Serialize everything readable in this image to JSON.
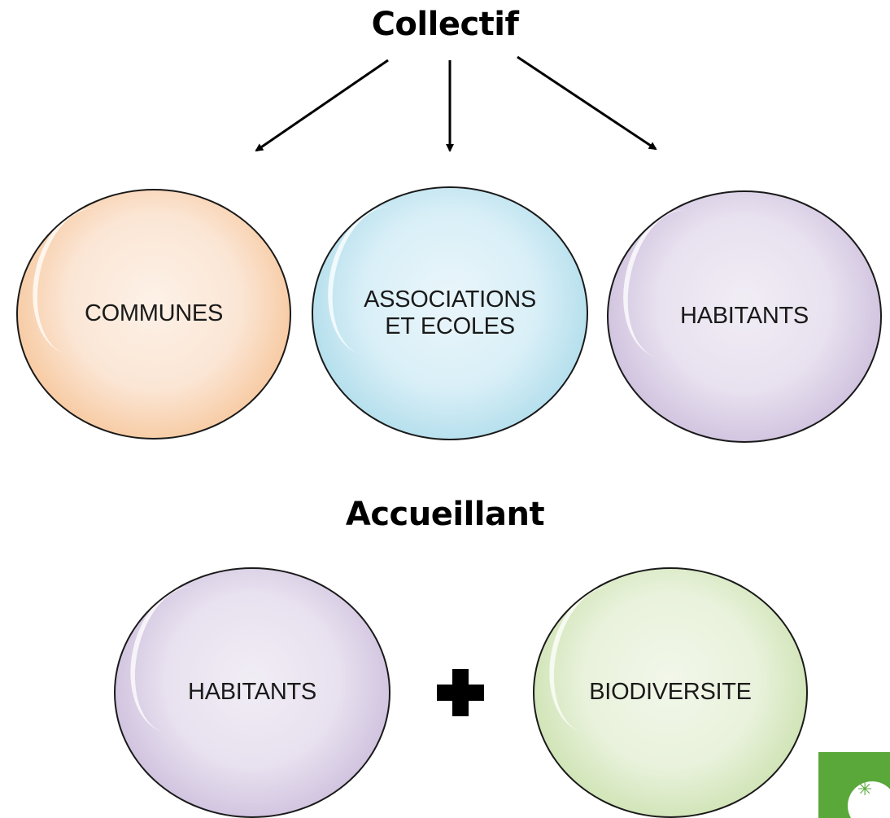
{
  "headings": {
    "collectif": "Collectif",
    "accueillant": "Accueillant"
  },
  "collectif_bubbles": [
    {
      "label": "COMMUNES",
      "color": "#f0a670"
    },
    {
      "label": "ASSOCIATIONS\nET ECOLES",
      "color": "#78c3da"
    },
    {
      "label": "HABITANTS",
      "color": "#a793c4"
    }
  ],
  "accueillant_bubbles": [
    {
      "label": "HABITANTS",
      "color": "#a793c4"
    },
    {
      "label": "BIODIVERSITE",
      "color": "#a6c97d"
    }
  ],
  "connector": {
    "icon": "plus-icon"
  },
  "logo": {
    "icon": "star-logo-icon",
    "color": "#5aa83a"
  }
}
